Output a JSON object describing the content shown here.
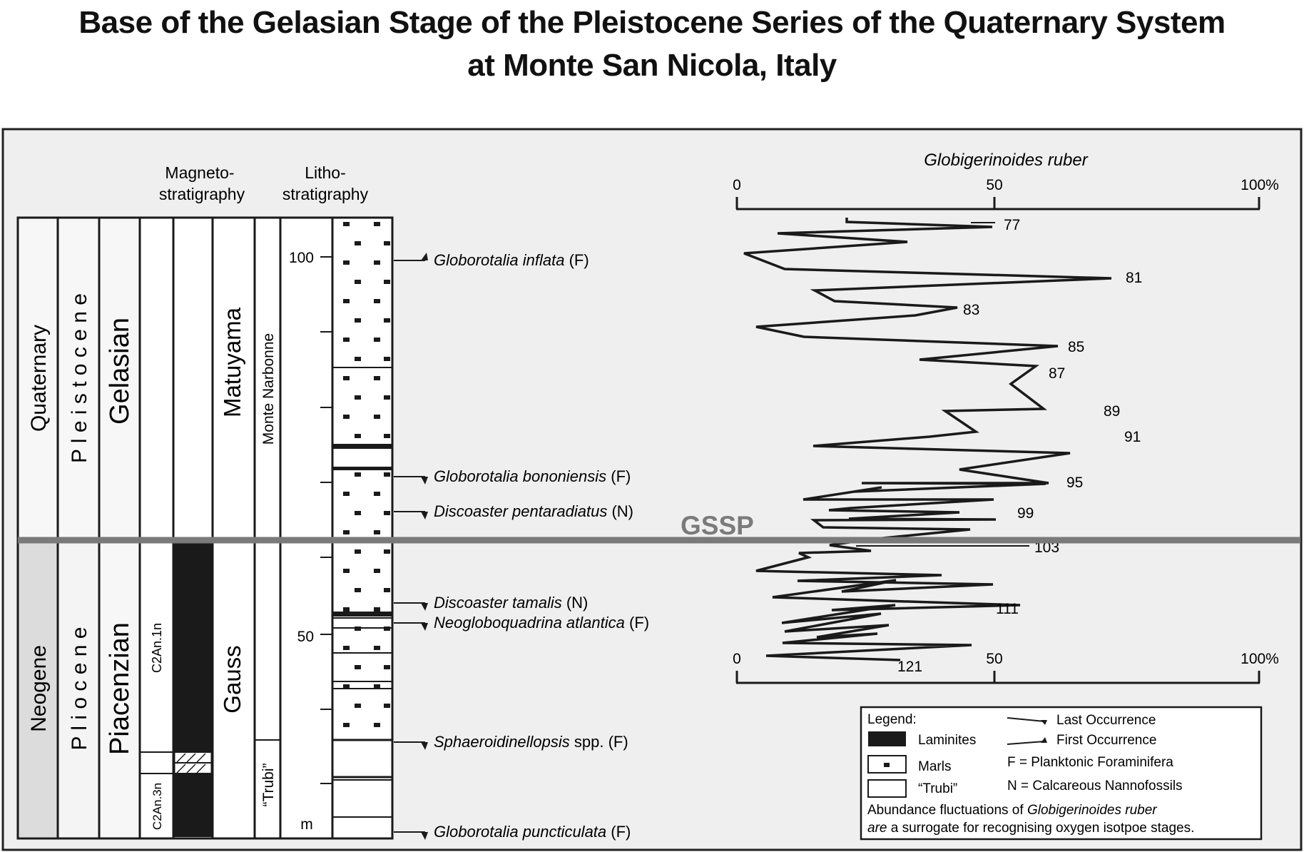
{
  "title": {
    "line1": "Base of the Gelasian Stage of the Pleistocene Series of the Quaternary System",
    "line2": "at Monte San Nicola, Italy"
  },
  "column_headers": {
    "magneto_1": "Magneto-",
    "magneto_2": "stratigraphy",
    "litho_1": "Litho-",
    "litho_2": "stratigraphy"
  },
  "chrono": {
    "system_upper": "Quaternary",
    "system_lower": "Neogene",
    "series_upper": "P l e i s t o c e n e",
    "series_lower": "P l i o c e n e",
    "stage_upper": "Gelasian",
    "stage_lower": "Piacenzian"
  },
  "magneto": {
    "subchron_1": "C2An.1n",
    "subchron_3": "C2An.3n",
    "chron_upper": "Matuyama",
    "chron_lower": "Gauss"
  },
  "litho": {
    "unit_upper": "Monte Narbonne",
    "unit_lower": "“Trubi”"
  },
  "depth_scale": {
    "label_100": "100",
    "label_50": "50",
    "unit": "m"
  },
  "bioevents": [
    {
      "name": "Globorotalia inflata",
      "suffix": " (F)",
      "type": "first"
    },
    {
      "name": "Globorotalia bononiensis",
      "suffix": " (F)",
      "type": "last"
    },
    {
      "name": "Discoaster pentaradiatus",
      "suffix": " (N)",
      "type": "last"
    },
    {
      "name": "Discoaster tamalis",
      "suffix": " (N)",
      "type": "last"
    },
    {
      "name": "Neogloboquadrina atlantica",
      "suffix": " (F)",
      "type": "last"
    },
    {
      "name": "Sphaeroidinellopsis",
      "suffix": " spp. (F)",
      "type": "last"
    },
    {
      "name": "Globorotalia puncticulata",
      "suffix": " (F)",
      "type": "last"
    }
  ],
  "gssp_label": "GSSP",
  "ruber": {
    "title": "Globigerinoides ruber",
    "axis_top": [
      "0",
      "50",
      "100%"
    ],
    "axis_bottom": [
      "0",
      "50",
      "100%"
    ],
    "stage_labels": [
      "77",
      "81",
      "83",
      "85",
      "87",
      "89",
      "91",
      "95",
      "99",
      "103",
      "111",
      "121"
    ]
  },
  "legend": {
    "title": "Legend:",
    "laminites": "Laminites",
    "marls": "Marls",
    "trubi": "“Trubi”",
    "last_occ": "Last Occurrence",
    "first_occ": "First Occurrence",
    "f_def": "F = Planktonic Foraminifera",
    "n_def": "N = Calcareous Nannofossils",
    "note_1_italic": "Abundance fluctuations of ",
    "note_1_species": "Globigerinoides ruber",
    "note_2_species": "are",
    "note_2_rest": " a surrogate for recognising oxygen isotpoe stages."
  },
  "colors": {
    "panel_bg": "#efefef",
    "gssp_line": "#7a7a7a",
    "gssp_text": "#7a7a7a",
    "lower_fill": "#dedede",
    "black": "#1a1a1a"
  }
}
